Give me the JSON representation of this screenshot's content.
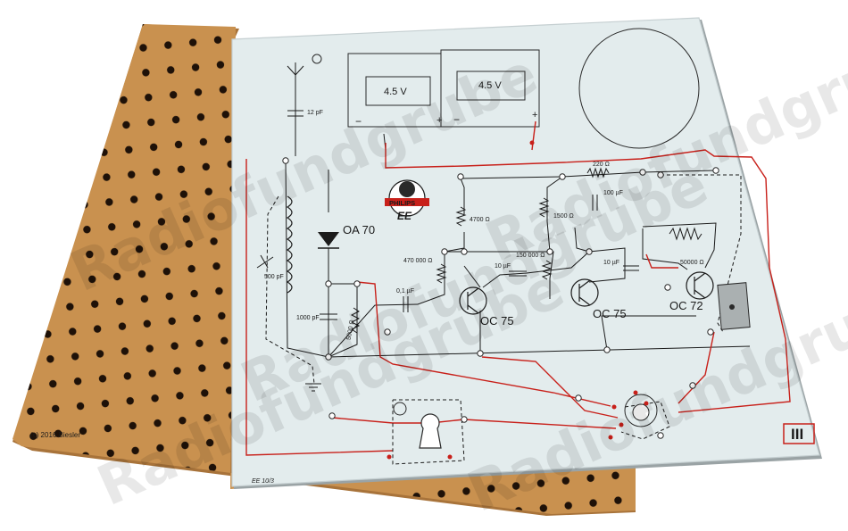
{
  "photo": {
    "copyright": "(c) 2016 Biesler",
    "watermark": "Radiofundgrube",
    "colors": {
      "pegboard": "#c9914f",
      "pegboard_shadow": "#a8733a",
      "panel": "#e3eced",
      "wire_black": "#1b1b1b",
      "wire_red": "#c8201a"
    }
  },
  "panel": {
    "section_numeral": "III",
    "part_code": "EE 10/3",
    "logo_brand": "PHILIPS",
    "logo_mark": "EE",
    "battery_left": "4.5 V",
    "battery_right": "4.5 V",
    "components": {
      "c_antenna": "12 pF",
      "diode": "OA 70",
      "c_tuning": "500 pF",
      "c_detector": "1000 pF",
      "pot_volume": "5000 Ω",
      "c_coupling": "0,1 µF",
      "r_bias1": "470 000 Ω",
      "r_coll1": "4700 Ω",
      "r_coll2": "1500 Ω",
      "r_bias2": "150 000 Ω",
      "c_coupl2": "10 µF",
      "c_coupl3": "10 µF",
      "r_top": "220 Ω",
      "c_decoup": "100 µF",
      "pot_bias": "50000 Ω",
      "t1": "OC 75",
      "t2": "OC 75",
      "t3": "OC 72"
    }
  }
}
